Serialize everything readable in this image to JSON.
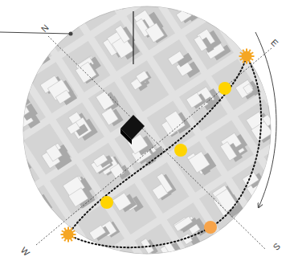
{
  "diagram": {
    "labels": [
      "N",
      "E",
      "S",
      "W"
    ]
  }
}
